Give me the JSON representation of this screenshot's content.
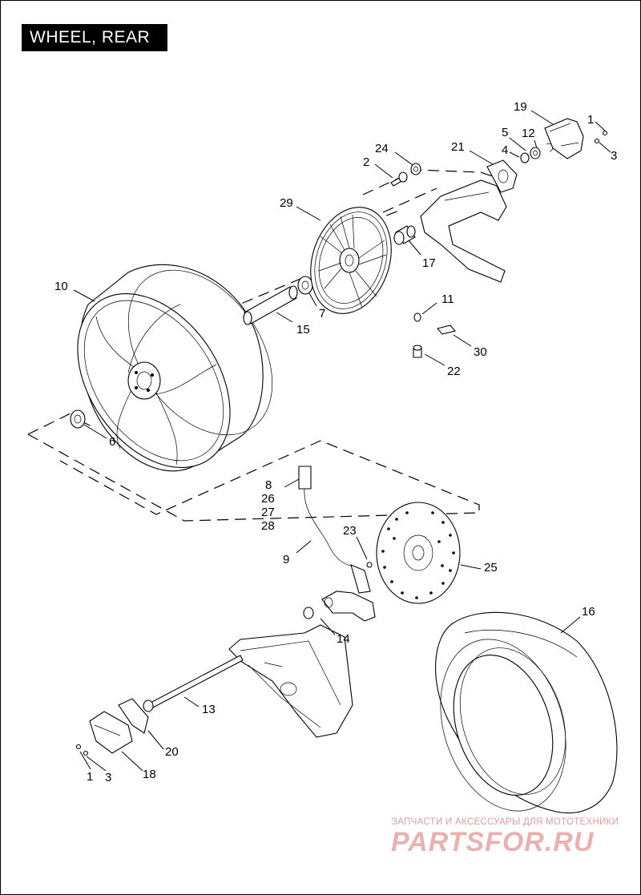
{
  "title": "WHEEL, REAR",
  "callouts": {
    "c1a": "1",
    "c3a": "3",
    "c19": "19",
    "c5": "5",
    "c12": "12",
    "c4": "4",
    "c21": "21",
    "c24": "24",
    "c2": "2",
    "c29": "29",
    "c17": "17",
    "c10": "10",
    "c7": "7",
    "c15": "15",
    "c11": "11",
    "c30": "30",
    "c22": "22",
    "c6": "6",
    "c8": "8",
    "c26": "26",
    "c27": "27",
    "c28": "28",
    "c9": "9",
    "c23": "23",
    "c25": "25",
    "c14": "14",
    "c16": "16",
    "c13": "13",
    "c20": "20",
    "c1b": "1",
    "c3b": "3",
    "c18": "18"
  },
  "watermark": {
    "caption": "ЗАПЧАСТИ И АКСЕССУАРЫ ДЛЯ МОТОТЕХНИКИ",
    "logo": "PARTSFOR.RU"
  },
  "colors": {
    "ink": "#000000",
    "background": "#ffffff",
    "watermark": "#e8b2b2"
  }
}
